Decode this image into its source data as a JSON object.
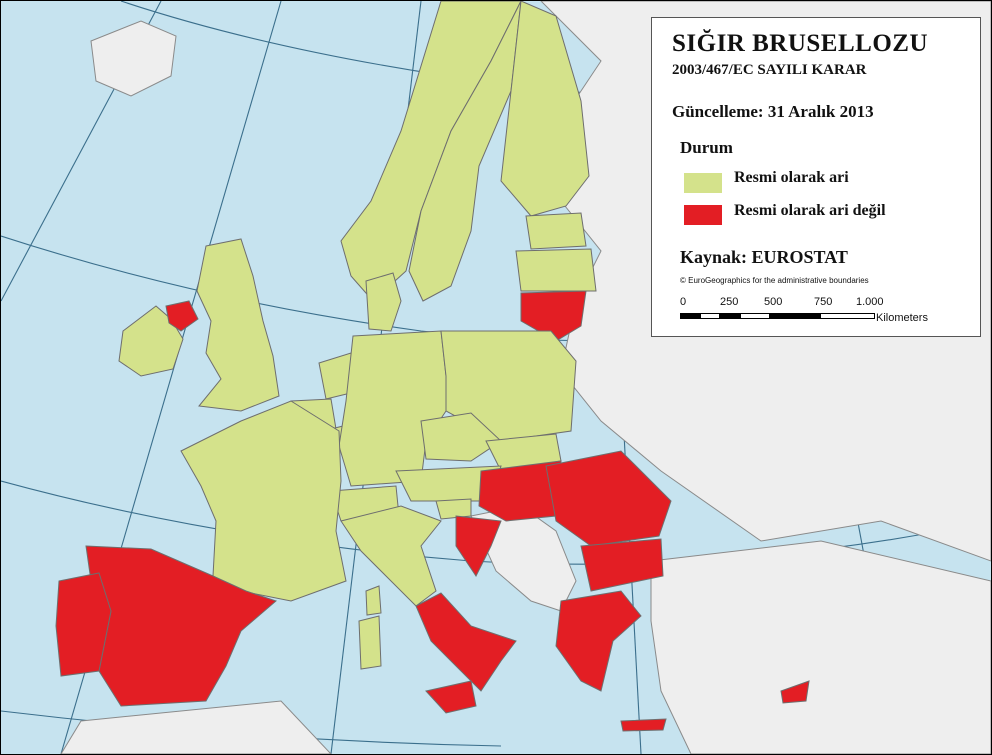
{
  "legend": {
    "title": "SIĞIR BRUSELLOZU",
    "subtitle": "2003/467/EC SAYILI KARAR",
    "updated": "Güncelleme: 31 Aralık 2013",
    "status_heading": "Durum",
    "items": [
      {
        "label": "Resmi olarak ari",
        "color": "#d4e28b"
      },
      {
        "label": "Resmi olarak ari değil",
        "color": "#e31e24"
      }
    ],
    "source": "Kaynak: EUROSTAT",
    "credit": "© EuroGeographics for the administrative boundaries",
    "scale": {
      "ticks": [
        "0",
        "250",
        "500",
        "750",
        "1.000"
      ],
      "units": "Kilometers"
    }
  },
  "map": {
    "colors": {
      "free": "#d4e28b",
      "not_free": "#e31e24",
      "non_eu": "#eeeeee",
      "sea": "#c6e3ef"
    },
    "regions": [
      {
        "name": "Ireland",
        "status": "free"
      },
      {
        "name": "Northern Ireland",
        "status": "not_free"
      },
      {
        "name": "United Kingdom",
        "status": "free"
      },
      {
        "name": "Norway",
        "status": "free"
      },
      {
        "name": "Sweden",
        "status": "free"
      },
      {
        "name": "Finland",
        "status": "free"
      },
      {
        "name": "Estonia",
        "status": "free"
      },
      {
        "name": "Latvia",
        "status": "free"
      },
      {
        "name": "Lithuania",
        "status": "not_free"
      },
      {
        "name": "Denmark",
        "status": "free"
      },
      {
        "name": "Netherlands",
        "status": "free"
      },
      {
        "name": "Belgium",
        "status": "free"
      },
      {
        "name": "Luxembourg",
        "status": "free"
      },
      {
        "name": "Germany",
        "status": "free"
      },
      {
        "name": "Poland",
        "status": "free"
      },
      {
        "name": "Czech Republic",
        "status": "free"
      },
      {
        "name": "Slovakia",
        "status": "free"
      },
      {
        "name": "Austria",
        "status": "free"
      },
      {
        "name": "Switzerland",
        "status": "free"
      },
      {
        "name": "France",
        "status": "free"
      },
      {
        "name": "Slovenia",
        "status": "free"
      },
      {
        "name": "Italy (north)",
        "status": "free"
      },
      {
        "name": "Italy (south)",
        "status": "not_free"
      },
      {
        "name": "Sicily",
        "status": "not_free"
      },
      {
        "name": "Sardinia",
        "status": "free"
      },
      {
        "name": "Corsica",
        "status": "free"
      },
      {
        "name": "Spain",
        "status": "not_free"
      },
      {
        "name": "Portugal",
        "status": "not_free"
      },
      {
        "name": "Hungary",
        "status": "not_free"
      },
      {
        "name": "Croatia",
        "status": "not_free"
      },
      {
        "name": "Romania",
        "status": "not_free"
      },
      {
        "name": "Bulgaria",
        "status": "not_free"
      },
      {
        "name": "Greece",
        "status": "not_free"
      },
      {
        "name": "Crete",
        "status": "not_free"
      },
      {
        "name": "Cyprus",
        "status": "not_free"
      }
    ]
  }
}
